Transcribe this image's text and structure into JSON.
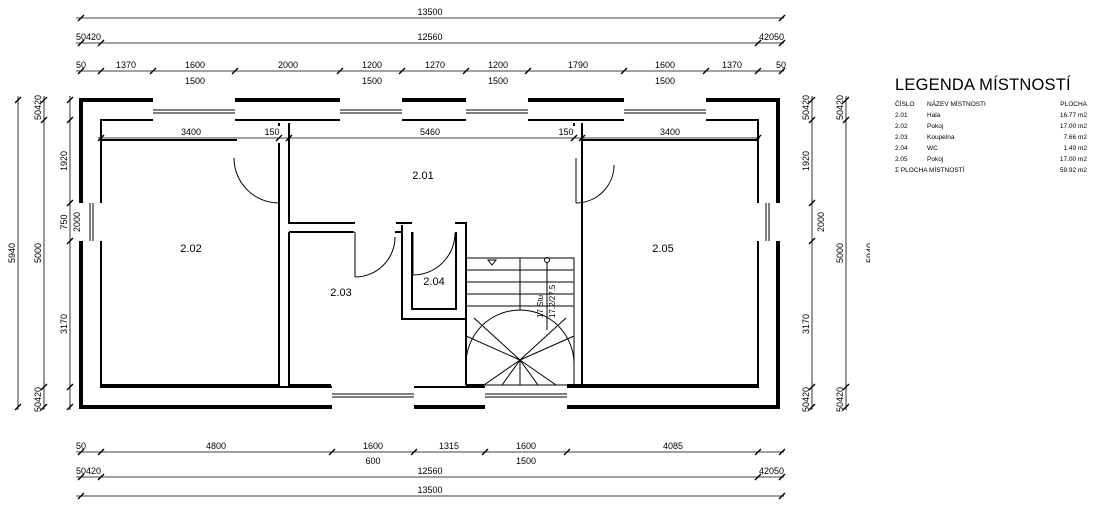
{
  "legend": {
    "title": "LEGENDA MÍSTNOSTÍ",
    "headers": {
      "number": "ČÍSLO",
      "name": "NÁZEV MÍSTNOSTI",
      "area": "PLOCHA"
    },
    "rows": [
      {
        "number": "2.01",
        "name": "Hala",
        "area": "16.77 m2"
      },
      {
        "number": "2.02",
        "name": "Pokoj",
        "area": "17.00 m2"
      },
      {
        "number": "2.03",
        "name": "Koupelna",
        "area": "7.66 m2"
      },
      {
        "number": "2.04",
        "name": "WC",
        "area": "1.49 m2"
      },
      {
        "number": "2.05",
        "name": "Pokoj",
        "area": "17.00 m2"
      }
    ],
    "total_label": "Σ PLOCHA MÍSTNOSTÍ",
    "total_area": "59.92 m2"
  },
  "rooms": {
    "hala": "2.01",
    "pokoj_left": "2.02",
    "koupelna": "2.03",
    "wc": "2.04",
    "pokoj_right": "2.05"
  },
  "stairs": {
    "count": "17 Stu",
    "ratio": "17.2/27.5"
  },
  "dims": {
    "top_overall": "13500",
    "top_inner": "12560",
    "top_wall_l": "50420",
    "top_wall_r": "42050",
    "top_seg": [
      "1370",
      "1600",
      "2000",
      "1200",
      "1270",
      "1200",
      "1790",
      "1600",
      "1370"
    ],
    "top_openings": [
      "1500",
      "1500",
      "1500",
      "1500"
    ],
    "top_start": "50",
    "top_end": "50",
    "inner_left": "3400",
    "inner_mid": "5460",
    "inner_right": "3400",
    "inner_wall_a": "150",
    "inner_wall_b": "150",
    "bottom_start": "50",
    "bottom_seg": [
      "4800",
      "1600",
      "1315",
      "1600",
      "4085"
    ],
    "bottom_openings": [
      "600",
      "1500"
    ],
    "bottom_overall": "13500",
    "bottom_inner": "12560",
    "bottom_wall_l": "50420",
    "bottom_wall_r": "42050",
    "left_overall": "5940",
    "left_inner": "5000",
    "left_seg": [
      "1920",
      "750",
      "3170"
    ],
    "left_opening": "2000",
    "left_wall_top": "50420",
    "left_wall_bottom": "50420",
    "right_overall": "5940",
    "right_inner": "5000",
    "right_seg": [
      "1920",
      "3170"
    ],
    "right_opening": "2000",
    "right_wall_top": "50420",
    "right_wall_bottom": "50420"
  }
}
